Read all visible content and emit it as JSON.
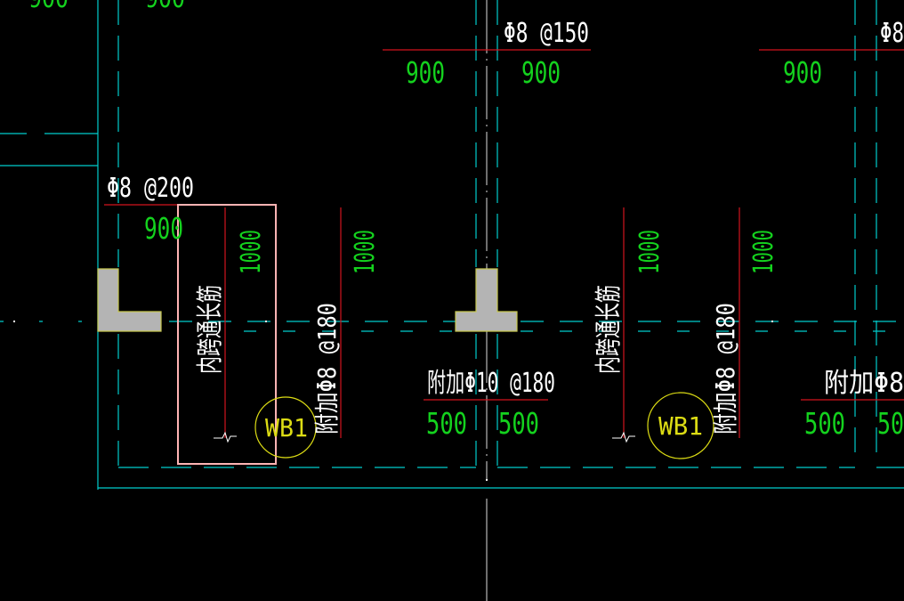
{
  "colors": {
    "background": "#000000",
    "cyan": "#00cccc",
    "white": "#ffffff",
    "red": "#d2141e",
    "green": "#14d21e",
    "yellow": "#dcdc14",
    "pink": "#ffb4b4",
    "gray": "#b4b4b4",
    "olive": "#c8c850"
  },
  "labels": {
    "top_left_green_a": "900",
    "top_left_green_b": "900",
    "spacing_150": "Φ8 @150",
    "spacing_150_right": "Φ8",
    "green_900_a": "900",
    "green_900_b": "900",
    "green_900_c": "900",
    "spacing_200": "Φ8 @200",
    "green_900_d": "900",
    "vert_1000_a": "1000",
    "vert_1000_b": "1000",
    "vert_1000_c": "1000",
    "vert_1000_d": "1000",
    "inner_rebar_a": "内跨通长筋",
    "inner_rebar_b": "内跨通长筋",
    "addon_8_180_a": "附加Φ8 @180",
    "addon_8_180_b": "附加Φ8 @180",
    "addon_10_180": "附加Φ10 @180",
    "addon_8_right": "附加Φ8",
    "green_500_a": "500",
    "green_500_b": "500",
    "green_500_c": "500",
    "green_500_d": "50",
    "wb1_a": "WB1",
    "wb1_b": "WB1"
  }
}
